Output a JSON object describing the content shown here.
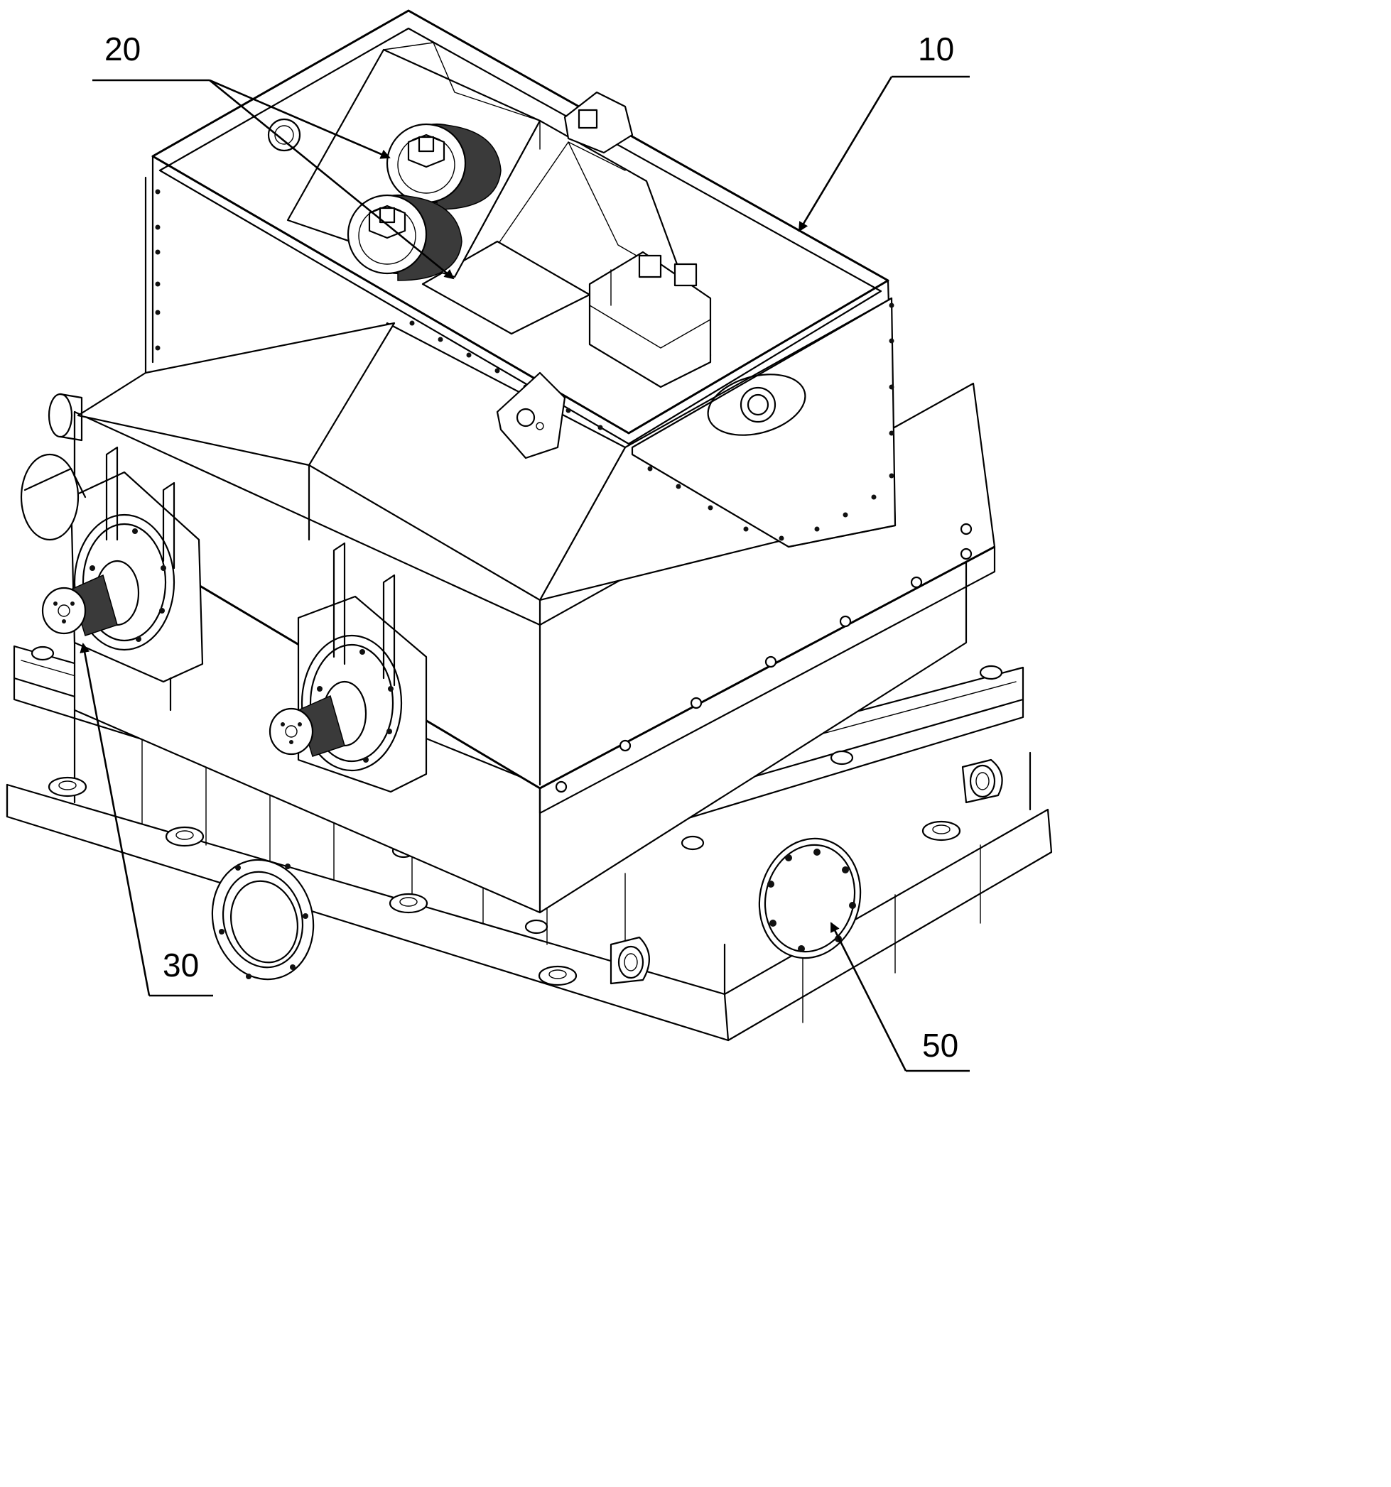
{
  "figure": {
    "background": "#ffffff",
    "line_color": "#000000",
    "labels": [
      {
        "id": "label-10",
        "text": "10"
      },
      {
        "id": "label-20",
        "text": "20"
      },
      {
        "id": "label-30",
        "text": "30"
      },
      {
        "id": "label-50",
        "text": "50"
      }
    ]
  }
}
